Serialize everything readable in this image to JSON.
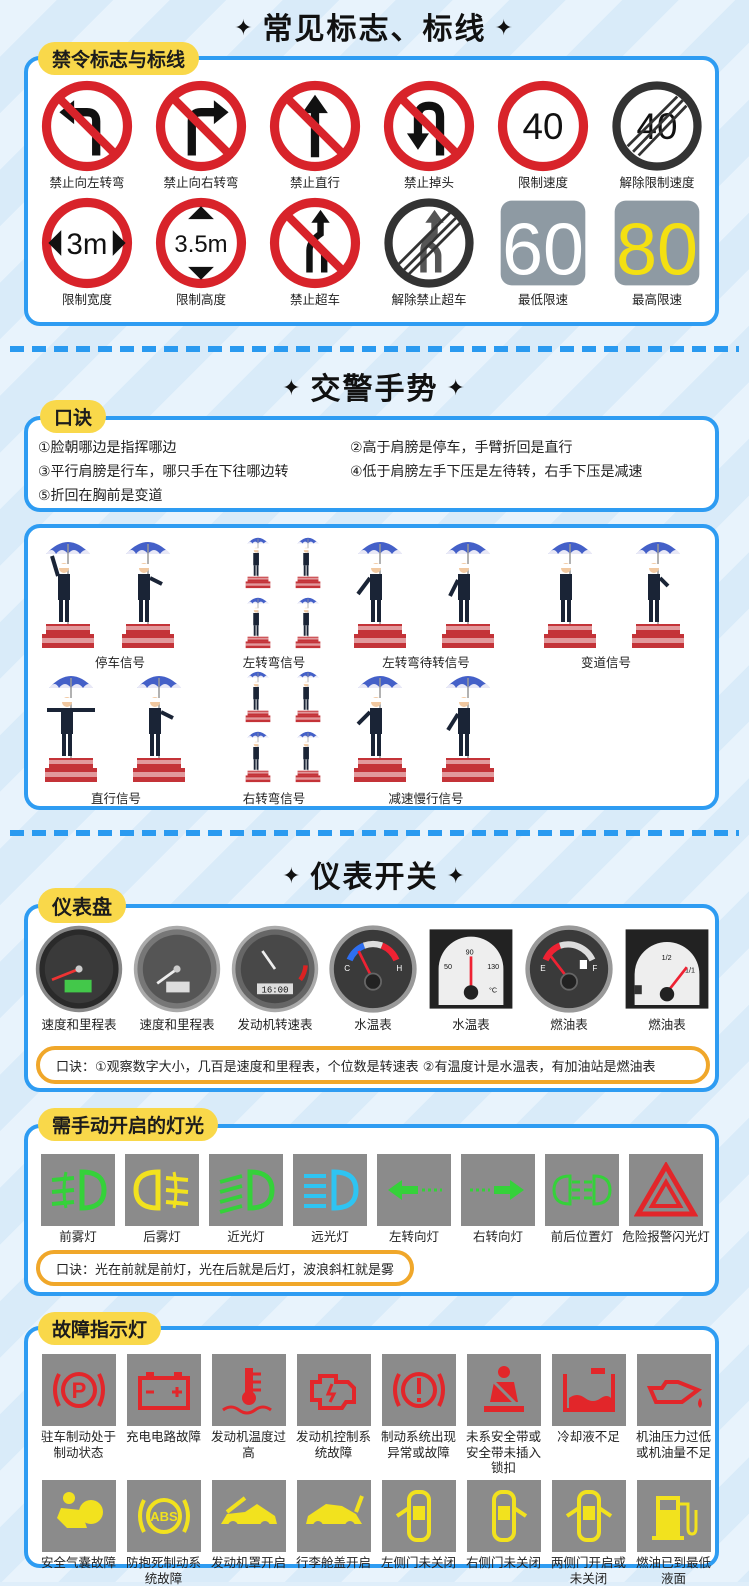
{
  "sections": {
    "signs": "常见标志、标线",
    "gestures": "交警手势",
    "instruments": "仪表开关"
  },
  "signs_tag": "禁令标志与标线",
  "signs": [
    {
      "label": "禁止向左转弯",
      "icon": "no-left-turn-icon"
    },
    {
      "label": "禁止向右转弯",
      "icon": "no-right-turn-icon"
    },
    {
      "label": "禁止直行",
      "icon": "no-straight-icon"
    },
    {
      "label": "禁止掉头",
      "icon": "no-u-turn-icon"
    },
    {
      "label": "限制速度",
      "icon": "speed-limit-icon",
      "text": "40"
    },
    {
      "label": "解除限制速度",
      "icon": "end-speed-limit-icon",
      "text": "40"
    },
    {
      "label": "限制宽度",
      "icon": "width-limit-icon",
      "text": "3m"
    },
    {
      "label": "限制高度",
      "icon": "height-limit-icon",
      "text": "3.5m"
    },
    {
      "label": "禁止超车",
      "icon": "no-overtaking-icon"
    },
    {
      "label": "解除禁止超车",
      "icon": "end-no-overtaking-icon"
    },
    {
      "label": "最低限速",
      "icon": "min-speed-marking-icon",
      "text": "60"
    },
    {
      "label": "最高限速",
      "icon": "max-speed-marking-icon",
      "text": "80"
    }
  ],
  "koujue_tag": "口诀",
  "koujue_lines": [
    "①脸朝哪边是指挥哪边",
    "②高于肩膀是停车，手臂折回是直行",
    "③平行肩膀是行车，哪只手在下往哪边转",
    "④低于肩膀左手下压是左待转，右手下压是减速",
    "⑤折回在胸前是变道"
  ],
  "gestures": [
    {
      "label": "停车信号"
    },
    {
      "label": "左转弯信号"
    },
    {
      "label": "左转弯待转信号"
    },
    {
      "label": "变道信号"
    },
    {
      "label": "直行信号"
    },
    {
      "label": "右转弯信号"
    },
    {
      "label": "减速慢行信号"
    }
  ],
  "dash_tag": "仪表盘",
  "gauges": [
    {
      "label": "速度和里程表",
      "icon": "speedometer-icon"
    },
    {
      "label": "速度和里程表",
      "icon": "speedometer-icon"
    },
    {
      "label": "发动机转速表",
      "icon": "tachometer-icon",
      "text": "16:00"
    },
    {
      "label": "水温表",
      "icon": "water-temp-gauge-icon",
      "c": "C",
      "h": "H"
    },
    {
      "label": "水温表",
      "icon": "water-temp-gauge-icon",
      "t1": "50",
      "t2": "90",
      "t3": "130",
      "unit": "°C"
    },
    {
      "label": "燃油表",
      "icon": "fuel-gauge-icon",
      "e": "E",
      "f": "F"
    },
    {
      "label": "燃油表",
      "icon": "fuel-gauge-icon",
      "h1": "1/2",
      "h2": "1/1"
    }
  ],
  "dash_tip": "口诀：①观察数字大小，几百是速度和里程表，个位数是转速表 ②有温度计是水温表，有加油站是燃油表",
  "lights_tag": "需手动开启的灯光",
  "lights": [
    {
      "label": "前雾灯",
      "icon": "front-fog-light-icon"
    },
    {
      "label": "后雾灯",
      "icon": "rear-fog-light-icon"
    },
    {
      "label": "近光灯",
      "icon": "low-beam-icon"
    },
    {
      "label": "远光灯",
      "icon": "high-beam-icon"
    },
    {
      "label": "左转向灯",
      "icon": "left-turn-signal-icon"
    },
    {
      "label": "右转向灯",
      "icon": "right-turn-signal-icon"
    },
    {
      "label": "前后位置灯",
      "icon": "position-light-icon"
    },
    {
      "label": "危险报警闪光灯",
      "icon": "hazard-light-icon"
    }
  ],
  "lights_tip": "口诀：光在前就是前灯，光在后就是后灯，波浪斜杠就是雾",
  "faults_tag": "故障指示灯",
  "faults": [
    {
      "label": "驻车制动处于制动状态",
      "icon": "parking-brake-icon"
    },
    {
      "label": "充电电路故障",
      "icon": "battery-icon"
    },
    {
      "label": "发动机温度过高",
      "icon": "engine-temp-icon"
    },
    {
      "label": "发动机控制系统故障",
      "icon": "engine-check-icon"
    },
    {
      "label": "制动系统出现异常或故障",
      "icon": "brake-warning-icon"
    },
    {
      "label": "未系安全带或安全带未插入锁扣",
      "icon": "seatbelt-icon"
    },
    {
      "label": "冷却液不足",
      "icon": "coolant-icon"
    },
    {
      "label": "机油压力过低或机油量不足",
      "icon": "oil-pressure-icon"
    },
    {
      "label": "安全气囊故障",
      "icon": "airbag-icon"
    },
    {
      "label": "防抱死制动系统故障",
      "icon": "abs-icon"
    },
    {
      "label": "发动机罩开启",
      "icon": "hood-open-icon"
    },
    {
      "label": "行李舱盖开启",
      "icon": "trunk-open-icon"
    },
    {
      "label": "左侧门未关闭",
      "icon": "left-door-open-icon"
    },
    {
      "label": "右侧门未关闭",
      "icon": "right-door-open-icon"
    },
    {
      "label": "两侧门开启或未关闭",
      "icon": "both-doors-open-icon"
    },
    {
      "label": "燃油已到最低液面",
      "icon": "low-fuel-icon"
    }
  ],
  "colors": {
    "panel_border": "#2e9cf2",
    "tag_bg": "#f9d84a",
    "tip_border": "#f0a72a",
    "sign_red": "#d8232a",
    "light_green": "#35d13a",
    "light_yellow": "#f2e21e",
    "light_blue": "#2ec4f2",
    "fault_red": "#e2262a"
  }
}
